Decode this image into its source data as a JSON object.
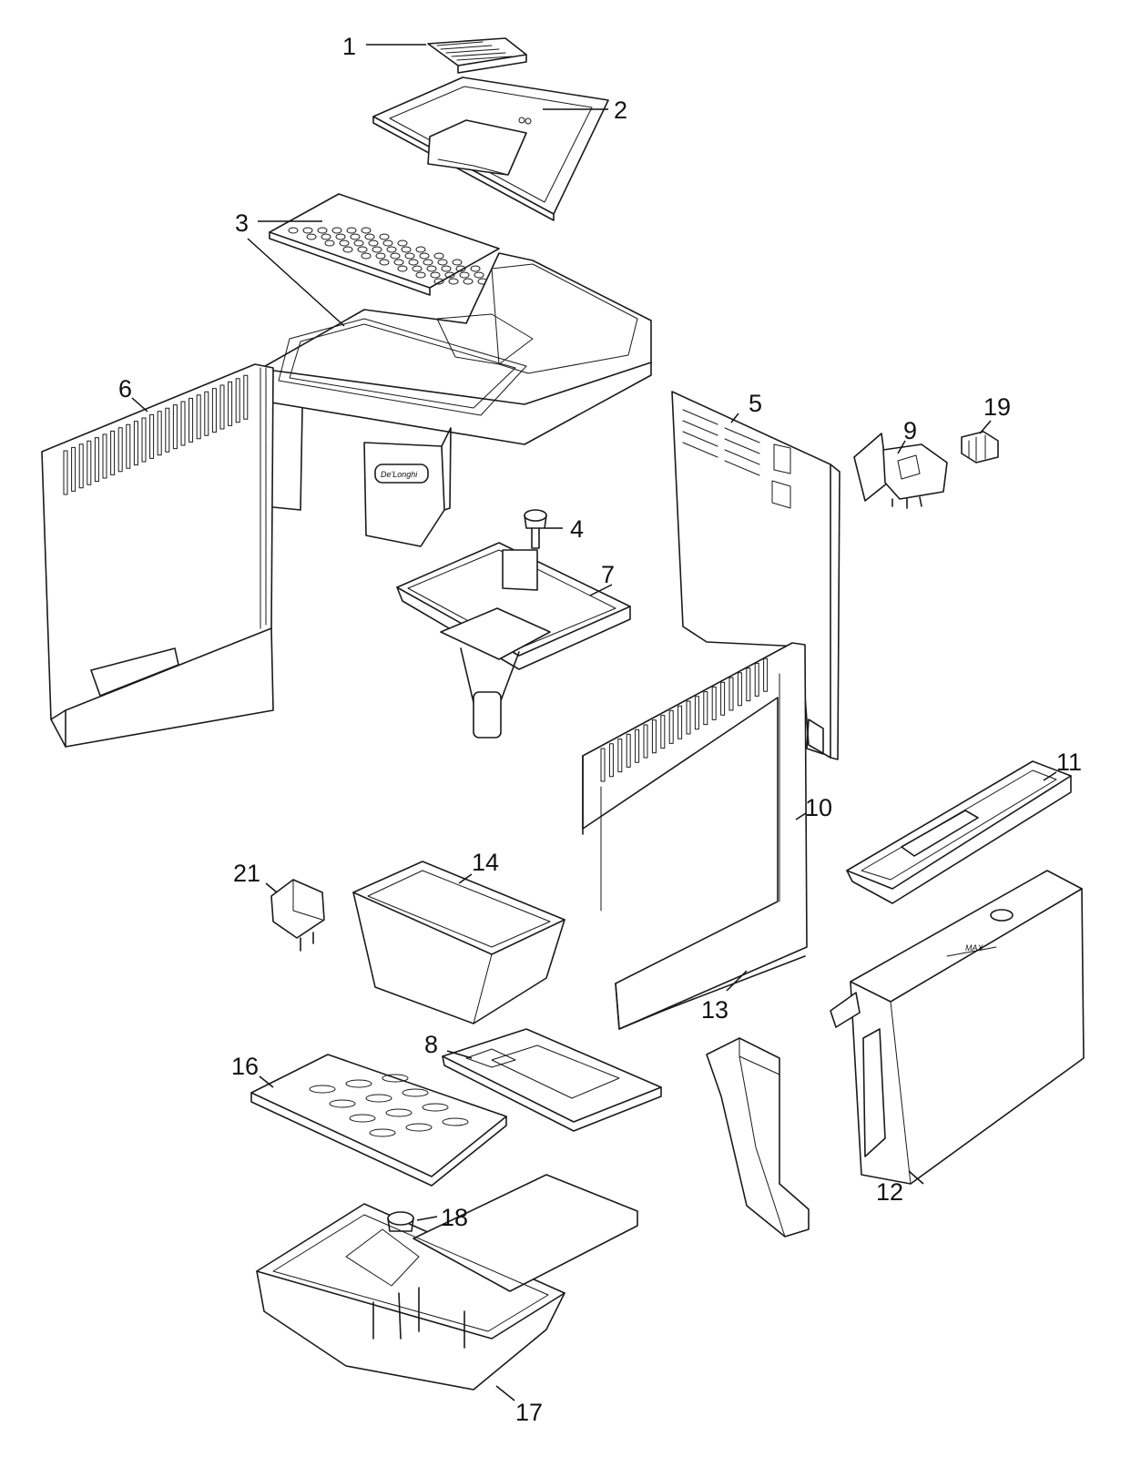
{
  "callouts": [
    {
      "id": "1",
      "label": "1"
    },
    {
      "id": "2",
      "label": "2"
    },
    {
      "id": "3",
      "label": "3"
    },
    {
      "id": "4",
      "label": "4"
    },
    {
      "id": "5",
      "label": "5"
    },
    {
      "id": "6",
      "label": "6"
    },
    {
      "id": "7",
      "label": "7"
    },
    {
      "id": "8",
      "label": "8"
    },
    {
      "id": "9",
      "label": "9"
    },
    {
      "id": "10",
      "label": "10"
    },
    {
      "id": "11",
      "label": "11"
    },
    {
      "id": "12",
      "label": "12"
    },
    {
      "id": "13",
      "label": "13"
    },
    {
      "id": "14",
      "label": "14"
    },
    {
      "id": "16",
      "label": "16"
    },
    {
      "id": "17",
      "label": "17"
    },
    {
      "id": "18",
      "label": "18"
    },
    {
      "id": "19",
      "label": "19"
    },
    {
      "id": "21",
      "label": "21"
    }
  ],
  "brand_logo": "De'Longhi",
  "tank_marking": "MAX"
}
